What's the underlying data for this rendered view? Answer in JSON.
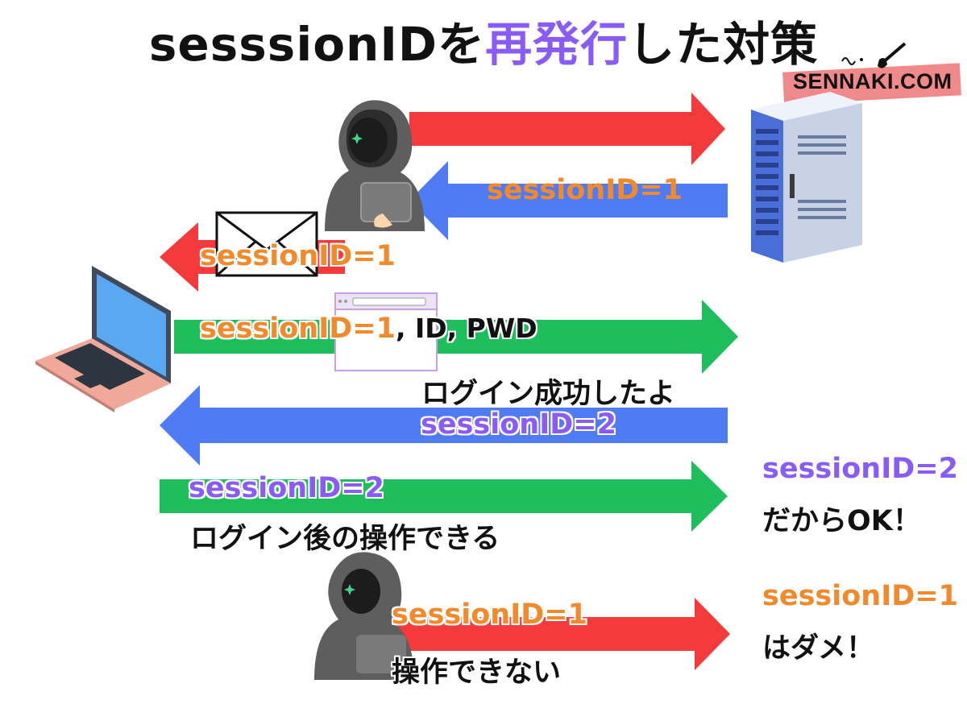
{
  "title": {
    "prefix": "sesssionIDを",
    "highlight": "再発行",
    "suffix": "した対策"
  },
  "brand": "SENNAKI.COM",
  "labels": {
    "attacker_receives": "sessionID=1",
    "email_session": "sessionID=1",
    "login_session": "sessionID=1",
    "login_creds": ", ID, PWD",
    "login_success": "ログイン成功したよ",
    "new_session": "sessionID=2",
    "user_request_session": "sessionID=2",
    "user_request_caption": "ログイン後の操作できる",
    "server_ok_session": "sessionID=2",
    "server_ok_caption": "だからOK！",
    "attacker_request_session": "sessionID=1",
    "attacker_request_caption": "操作できない",
    "server_ng_session": "sessionID=1",
    "server_ng_caption": "はダメ！"
  },
  "colors": {
    "red_arrow": "#f43a3a",
    "blue_arrow": "#4f7cf5",
    "green_arrow": "#1fbe5c",
    "orange_text": "#f08a2c",
    "purple_text": "#8a5cf6",
    "brand_bg": "#f08a8a"
  },
  "icons": [
    "hacker-icon",
    "server-icon",
    "envelope-icon",
    "laptop-icon",
    "browser-window-icon",
    "paintbrush-icon"
  ]
}
